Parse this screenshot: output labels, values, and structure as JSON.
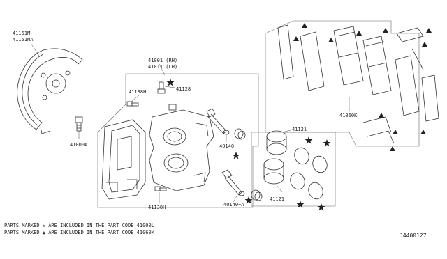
{
  "parts": {
    "shield_a": "41151M",
    "shield_b": "41151MA",
    "caliper_rh": "41001 (RH)",
    "caliper_lh": "41011 (LH)",
    "bolt_upper": "41138H",
    "bleeder": "41128",
    "mount_bolt": "41000A",
    "pin_upper": "40140",
    "pin_lower": "40140+A",
    "bolt_lower": "41138H",
    "pistons_upper": "41121",
    "pistons_lower": "41121",
    "pad_kit": "41060K"
  },
  "notes": {
    "star": "PARTS MARKED ★ ARE INCLUDED IN THE PART CODE 41000L",
    "triangle": "PARTS MARKED ▲ ARE INCLUDED IN THE PART CODE 41060K"
  },
  "diagram_code": "J4400127",
  "icons": {
    "star": "star-icon",
    "triangle": "triangle-icon"
  }
}
